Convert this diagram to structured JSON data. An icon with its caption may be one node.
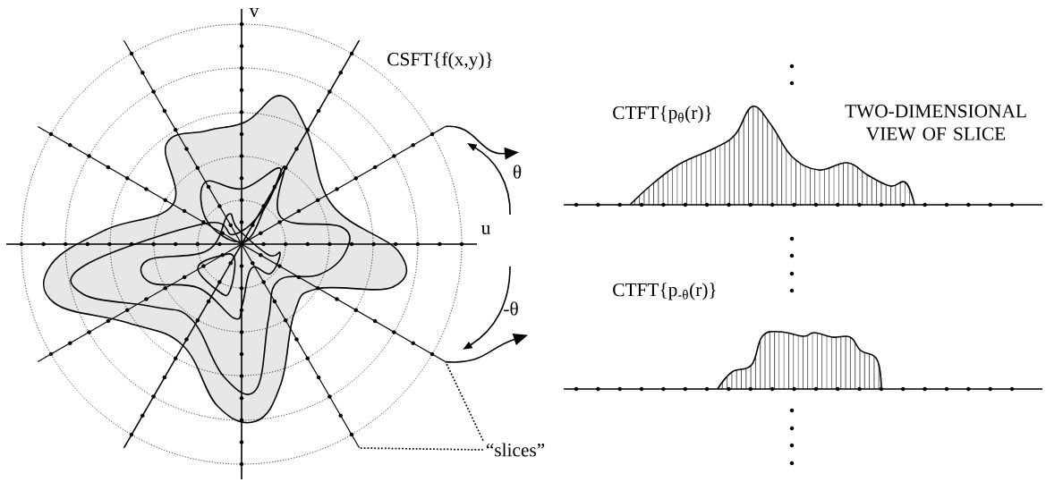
{
  "diagram": {
    "nodes": [
      {
        "text": [],
        "shape": "picture",
        "beside": [
          "CSFT{f(x,y)}"
        ]
      },
      {
        "text": [],
        "shape": "line",
        "in": 0
      },
      {
        "text": [],
        "shape": "line",
        "in": 0
      },
      {
        "text": [],
        "shape": "line",
        "in": 0
      },
      {
        "text": [
          "CTFT{p$_{θ}$(r)}"
        ]
      },
      {
        "text": [
          "CTFT{p$_{-θ}$(r)}"
        ]
      },
      {
        "text": [
          "“slices”"
        ]
      }
    ],
    "edges": [
      {
        "from": 1,
        "to": 4,
        "arrow": "to"
      },
      {
        "from": 2,
        "to": 5,
        "arrow": "to"
      },
      {
        "from": 6,
        "to": 2,
        "arrow": "none",
        "style": "dashed"
      },
      {
        "from": 6,
        "to": 3,
        "arrow": "none",
        "style": "dashed"
      }
    ],
    "labels": [
      "v",
      "u",
      "θ",
      "-θ",
      "TWO-DIMENSIONAL VIEW OF SLICE"
    ]
  }
}
